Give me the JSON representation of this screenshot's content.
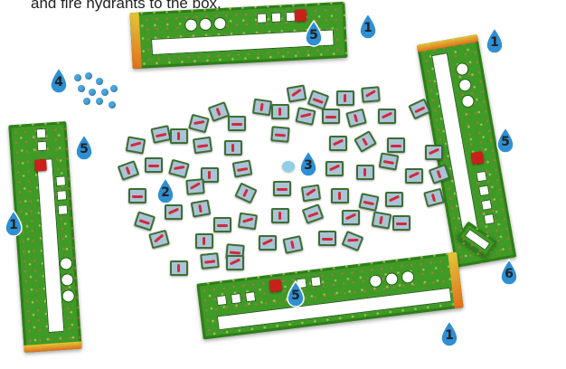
{
  "caption": "and fire hydrants to the box.",
  "labels": {
    "board_top": "1",
    "board_left": "1",
    "board_right": "1",
    "board_bottom": "1",
    "tiles": "2",
    "center_pawn": "3",
    "hydrants": "4",
    "truck_top": "5",
    "truck_left": "5",
    "truck_right": "5",
    "truck_bottom": "5",
    "special_tile": "6"
  },
  "colors": {
    "board_green": "#3f9a26",
    "drop_blue": "#2f8fd3",
    "truck_red": "#c8211a",
    "path_red": "#d02a3a"
  }
}
